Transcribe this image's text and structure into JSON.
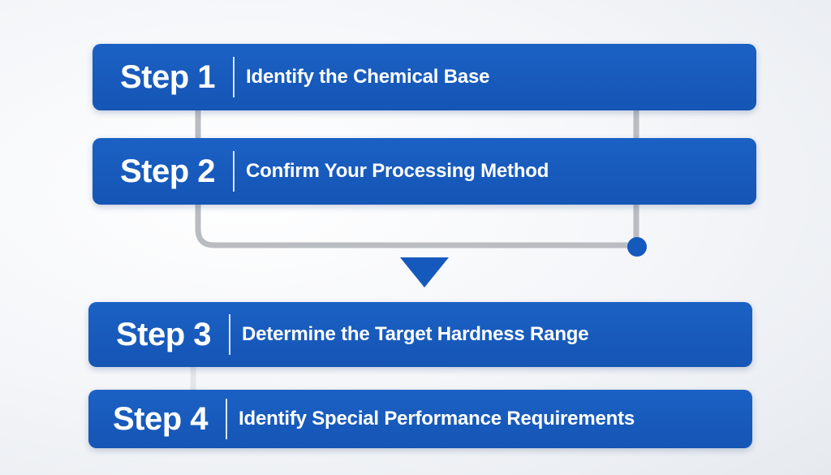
{
  "colors": {
    "bar": "#1659bd",
    "text": "#ffffff",
    "connector": "#b9bdc2",
    "arrow": "#1659bd",
    "dot": "#1659bd"
  },
  "steps": [
    {
      "number": "Step 1",
      "title": "Identify the Chemical Base"
    },
    {
      "number": "Step 2",
      "title": "Confirm Your Processing Method"
    },
    {
      "number": "Step 3",
      "title": "Determine the Target Hardness Range"
    },
    {
      "number": "Step 4",
      "title": "Identify Special Performance Requirements"
    }
  ]
}
